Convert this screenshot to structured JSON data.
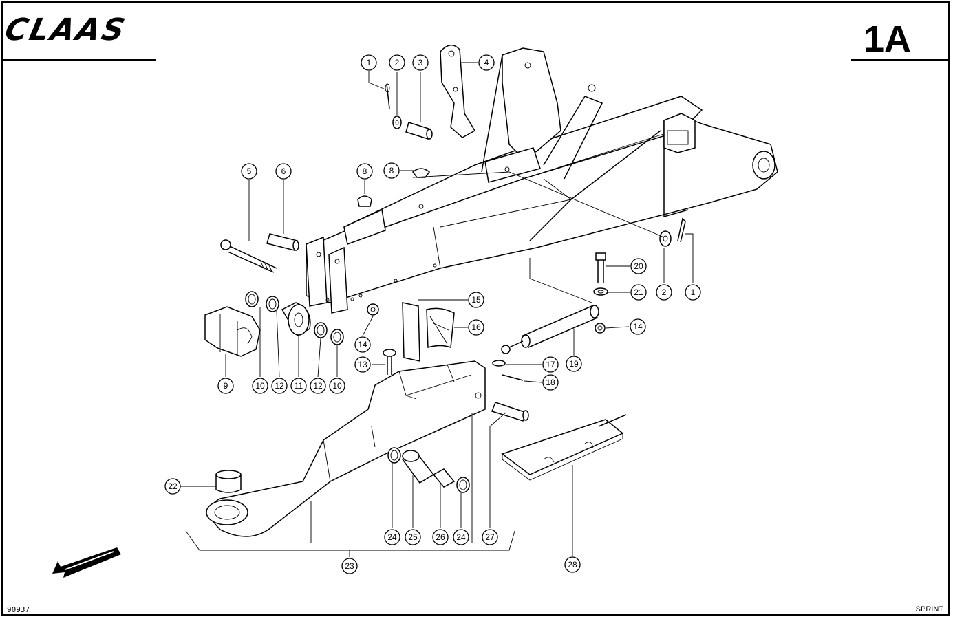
{
  "header": {
    "brand": "CLAAS",
    "page_id": "1A"
  },
  "footer": {
    "doc_number": "90937",
    "model": "SPRINT"
  },
  "callouts": [
    {
      "label": "1"
    },
    {
      "label": "2"
    },
    {
      "label": "3"
    },
    {
      "label": "4"
    },
    {
      "label": "5"
    },
    {
      "label": "6"
    },
    {
      "label": "8"
    },
    {
      "label": "8"
    },
    {
      "label": "2"
    },
    {
      "label": "1"
    },
    {
      "label": "20"
    },
    {
      "label": "21"
    },
    {
      "label": "14"
    },
    {
      "label": "15"
    },
    {
      "label": "16"
    },
    {
      "label": "14"
    },
    {
      "label": "9"
    },
    {
      "label": "10"
    },
    {
      "label": "12"
    },
    {
      "label": "11"
    },
    {
      "label": "12"
    },
    {
      "label": "10"
    },
    {
      "label": "13"
    },
    {
      "label": "17"
    },
    {
      "label": "18"
    },
    {
      "label": "19"
    },
    {
      "label": "22"
    },
    {
      "label": "24"
    },
    {
      "label": "25"
    },
    {
      "label": "26"
    },
    {
      "label": "24"
    },
    {
      "label": "27"
    },
    {
      "label": "23"
    },
    {
      "label": "28"
    }
  ]
}
